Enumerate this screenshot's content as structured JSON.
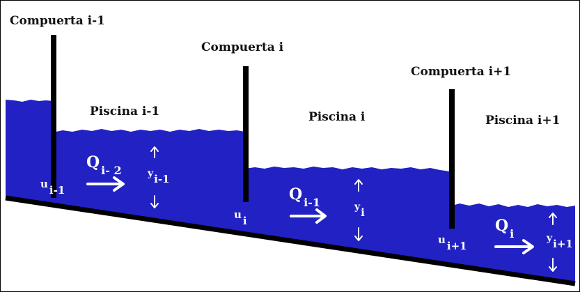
{
  "gates": [
    {
      "label": "Compuerta i-1",
      "control_main": "u",
      "control_sub": "i-1"
    },
    {
      "label": "Compuerta i",
      "control_main": "u",
      "control_sub": "i"
    },
    {
      "label": "Compuerta i+1",
      "control_main": "u",
      "control_sub": "i+1"
    }
  ],
  "pools": [
    {
      "label": "Piscina i-1",
      "flow_main": "Q",
      "flow_sub": "i- 2",
      "level_main": "y",
      "level_sub": "i-1"
    },
    {
      "label": "Piscina i",
      "flow_main": "Q",
      "flow_sub": "i-1",
      "level_main": "y",
      "level_sub": "i"
    },
    {
      "label": "Piscina i+1",
      "flow_main": "Q",
      "flow_sub": "i",
      "level_main": "y",
      "level_sub": "i+1"
    }
  ],
  "colors": {
    "water": "#2121c4",
    "ink": "#000000",
    "arrows": "#ffffff"
  }
}
